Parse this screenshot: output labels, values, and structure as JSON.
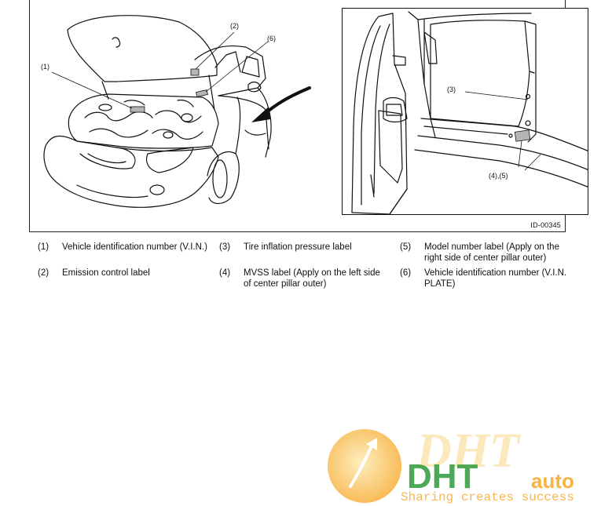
{
  "figure": {
    "id": "ID-00345",
    "callouts": {
      "c1": "(1)",
      "c2": "(2)",
      "c6": "(6)",
      "c3": "(3)",
      "c45": "(4),(5)"
    }
  },
  "legend": [
    {
      "num": "(1)",
      "text": "Vehicle identification number (V.I.N.)"
    },
    {
      "num": "(2)",
      "text": "Emission control label"
    },
    {
      "num": "(3)",
      "text": "Tire inflation pressure label"
    },
    {
      "num": "(4)",
      "text": "MVSS label (Apply on the left side of center pillar outer)"
    },
    {
      "num": "(5)",
      "text": "Model number label (Apply on the right side of center pillar outer)"
    },
    {
      "num": "(6)",
      "text": "Vehicle identification number (V.I.N. PLATE)"
    }
  ],
  "watermark": {
    "logo_back": "DHT",
    "logo_front": "DHT",
    "brand_suffix": "auto",
    "slogan": "Sharing creates success"
  },
  "colors": {
    "ink": "#111111",
    "label_fill": "#b5b5b5",
    "wm_green": "#2e9a3a",
    "wm_orange": "#f6a623",
    "wm_pale": "#fbe7b5"
  }
}
